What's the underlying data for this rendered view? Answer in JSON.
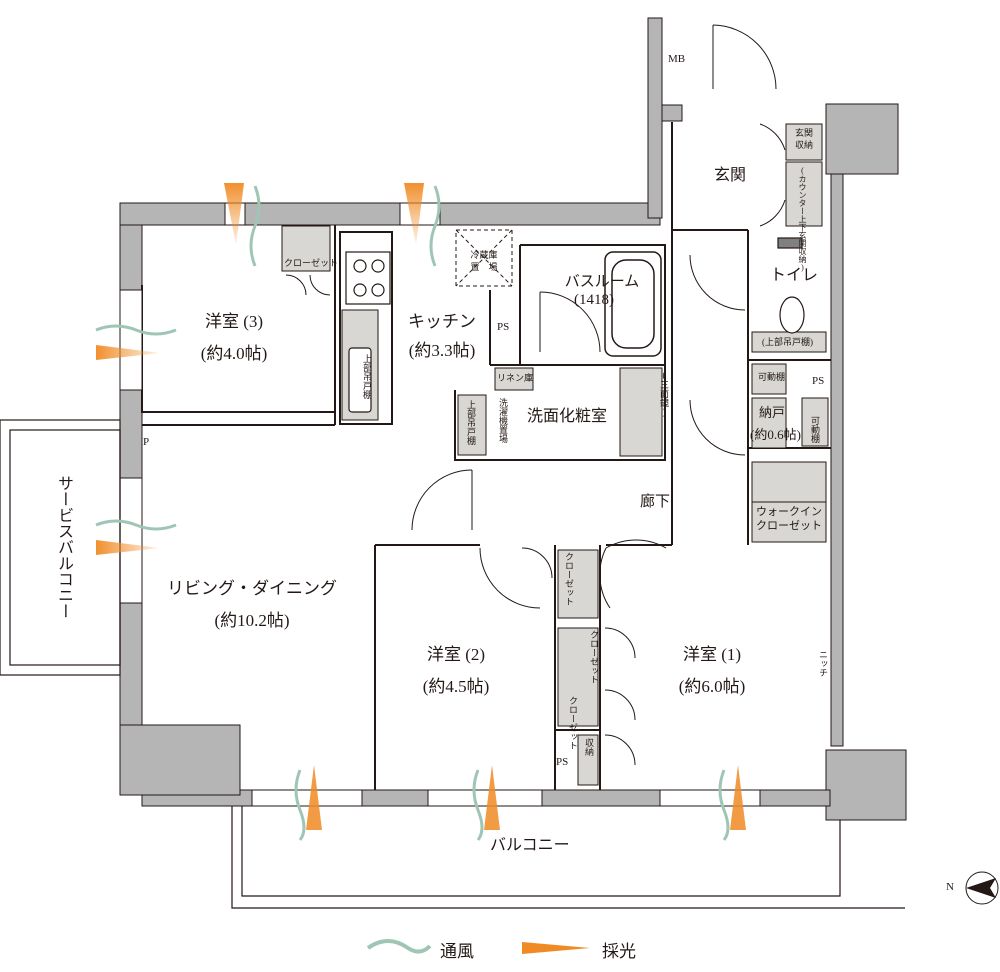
{
  "rooms": {
    "bed3_name": "洋室 (3)",
    "bed3_size": "(約4.0帖)",
    "kitchen_name": "キッチン",
    "kitchen_size": "(約3.3帖)",
    "living_name": "リビング・ダイニング",
    "living_size": "(約10.2帖)",
    "bed2_name": "洋室 (2)",
    "bed2_size": "(約4.5帖)",
    "bed1_name": "洋室 (1)",
    "bed1_size": "(約6.0帖)",
    "bath_name": "バスルーム",
    "bath_size": "(1418)",
    "washroom": "洗面化粧室",
    "toilet": "トイレ",
    "entrance": "玄関",
    "corridor": "廊下",
    "storage_name": "納戸",
    "storage_size": "(約0.6帖)",
    "walkin": "ウォークイン\nクローゼット"
  },
  "labels": {
    "mb": "MB",
    "ps": "PS",
    "p": "P",
    "closet": "クローゼット",
    "fridge": "冷蔵庫\n置　場",
    "linen": "リネン庫",
    "washer": "洗濯機置場",
    "upper_shelf": "上部吊戸棚",
    "upper_shelf_paren": "(上部吊戸棚)",
    "triple_mirror": "(三面鏡)",
    "movable_shelf": "可動棚",
    "movable_shelf_v": "可動棚",
    "genkan_storage": "玄関\n収納",
    "counter": "(カウンター上下玄関収納)",
    "niche": "ニッチ",
    "storage_short": "収納",
    "balcony": "バルコニー",
    "service_balcony": "サービスバルコニー",
    "compass": "N"
  },
  "legend": {
    "ventilation": "通風",
    "daylight": "採光"
  },
  "colors": {
    "wall": "#b5b5b6",
    "line": "#231815",
    "fixture": "#d9d7d3",
    "vent": "#9fc5b4",
    "light": "#f08a24"
  }
}
